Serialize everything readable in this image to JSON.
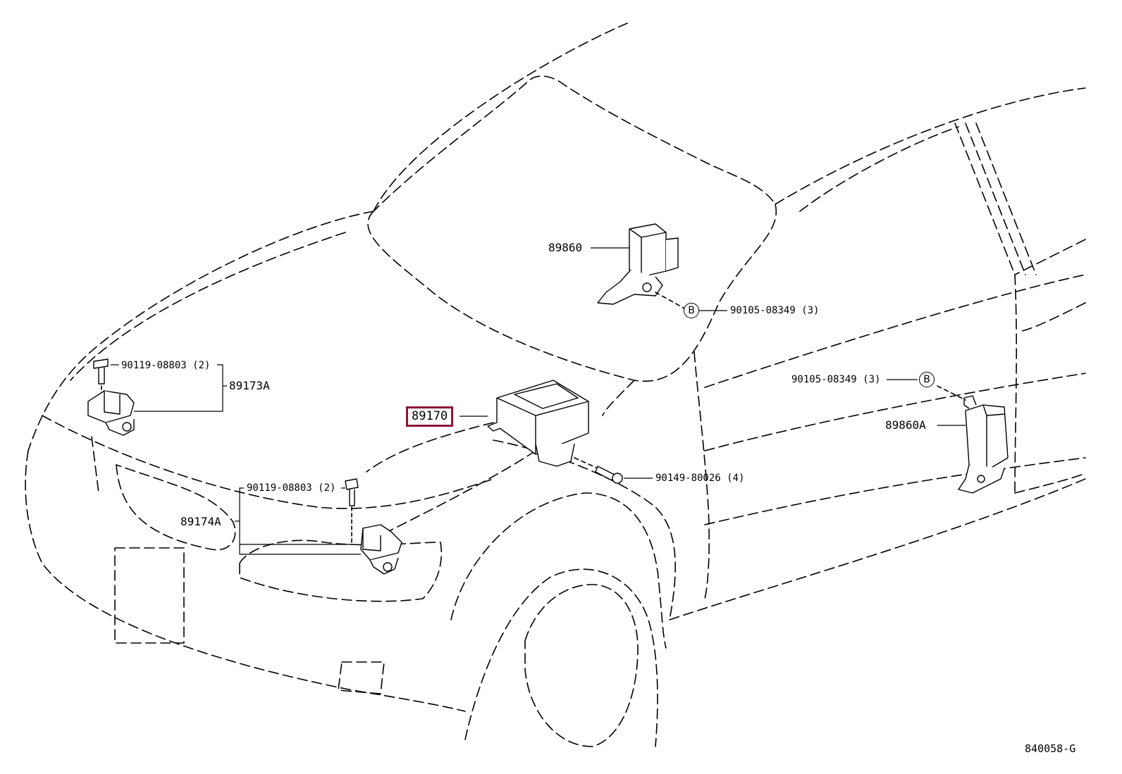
{
  "diagram": {
    "parts": {
      "p89860": "89860",
      "p89860A": "89860A",
      "p89170": "89170",
      "p89173A": "89173A",
      "p89174A": "89174A"
    },
    "fasteners": {
      "f90105_upper": "90105-08349 (3)",
      "f90105_lower": "90105-08349 (3)",
      "f90119_upper": "90119-08803 (2)",
      "f90119_lower": "90119-08803 (2)",
      "f90149": "90149-80026 (4)"
    },
    "markers": {
      "b_upper": "B",
      "b_lower": "B"
    },
    "figure_ref": "840058-G",
    "highlight_color": "#8b1538"
  }
}
